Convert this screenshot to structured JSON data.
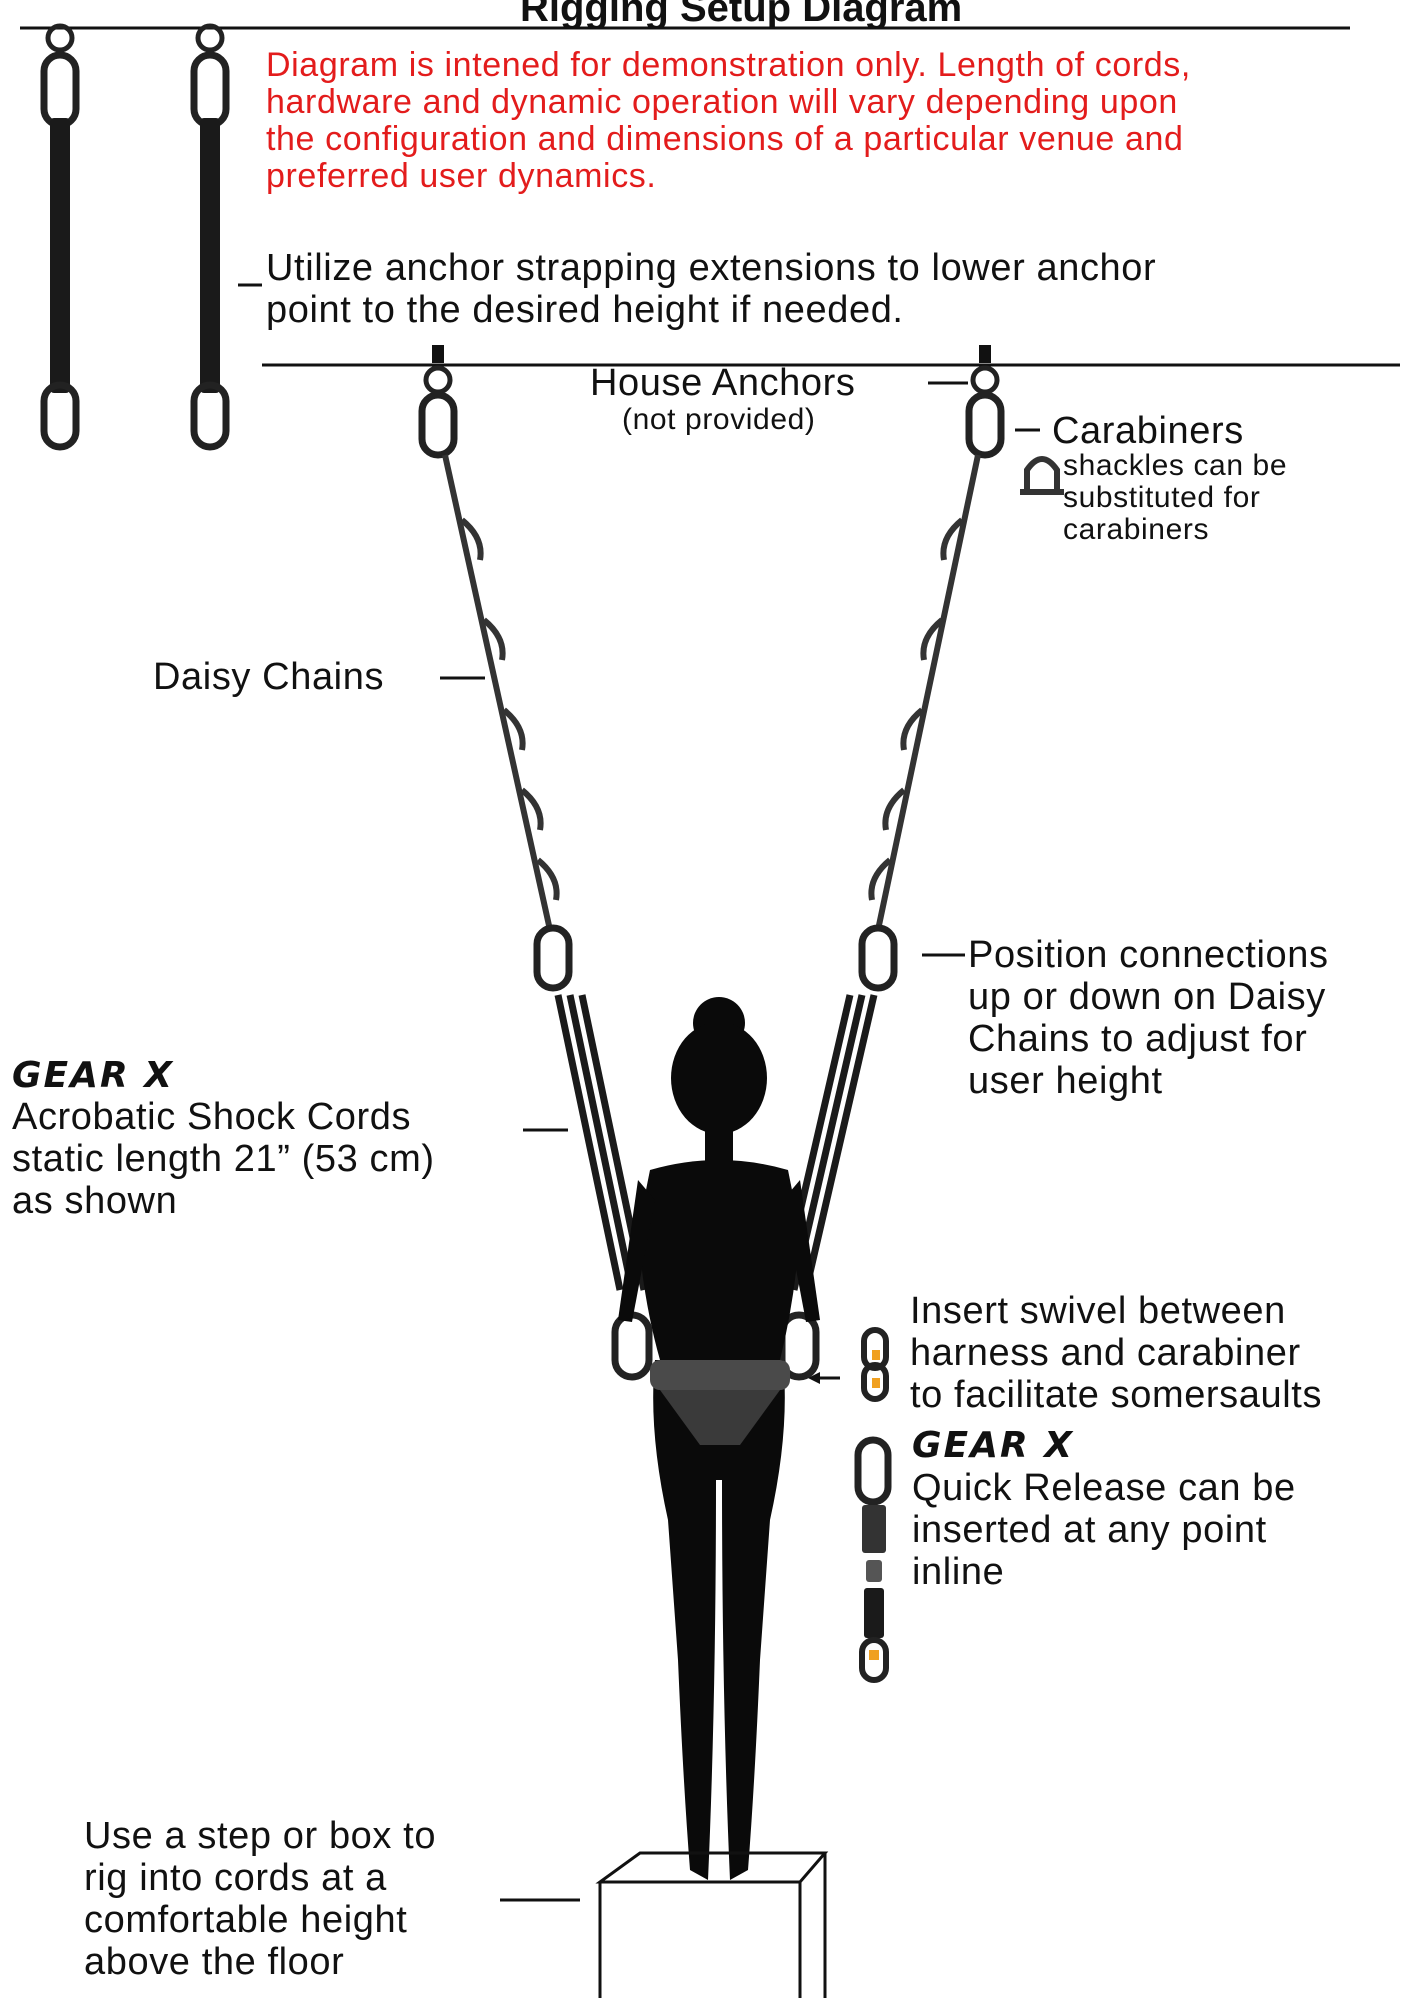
{
  "title": "Rigging Setup Diagram",
  "disclaimer": [
    "Diagram is intened for demonstration only. Length of cords,",
    "hardware and  dynamic operation will vary depending upon",
    "the configuration and dimensions of a particular venue and",
    "preferred user dynamics."
  ],
  "extension_note": [
    "Utilize anchor strapping extensions to lower anchor",
    "point to the desired height if needed."
  ],
  "house_anchors": {
    "label": "House Anchors",
    "note": "(not provided)"
  },
  "carabiners": {
    "label": "Carabiners",
    "note": [
      "shackles can be",
      "substituted for",
      "carabiners"
    ]
  },
  "daisy_chains": "Daisy Chains",
  "position_note": [
    "Position connections",
    "up or down on Daisy",
    "Chains to adjust for",
    "user height"
  ],
  "shock_cords": {
    "brand": "GEAR X",
    "lines": [
      "Acrobatic Shock Cords",
      "static length 21” (53 cm)",
      "as shown"
    ]
  },
  "swivel_note": [
    "Insert swivel between",
    "harness and carabiner",
    "to facilitate somersaults"
  ],
  "quick_release": {
    "brand": "GEAR X",
    "lines": [
      "Quick Release can be",
      "inserted at any point",
      "inline"
    ]
  },
  "step_note": [
    "Use a step or box to",
    "rig into cords at a",
    "comfortable height",
    "above the floor"
  ],
  "colors": {
    "warning": "#e31c1c",
    "ink": "#111111",
    "accent": "#f0a020"
  }
}
